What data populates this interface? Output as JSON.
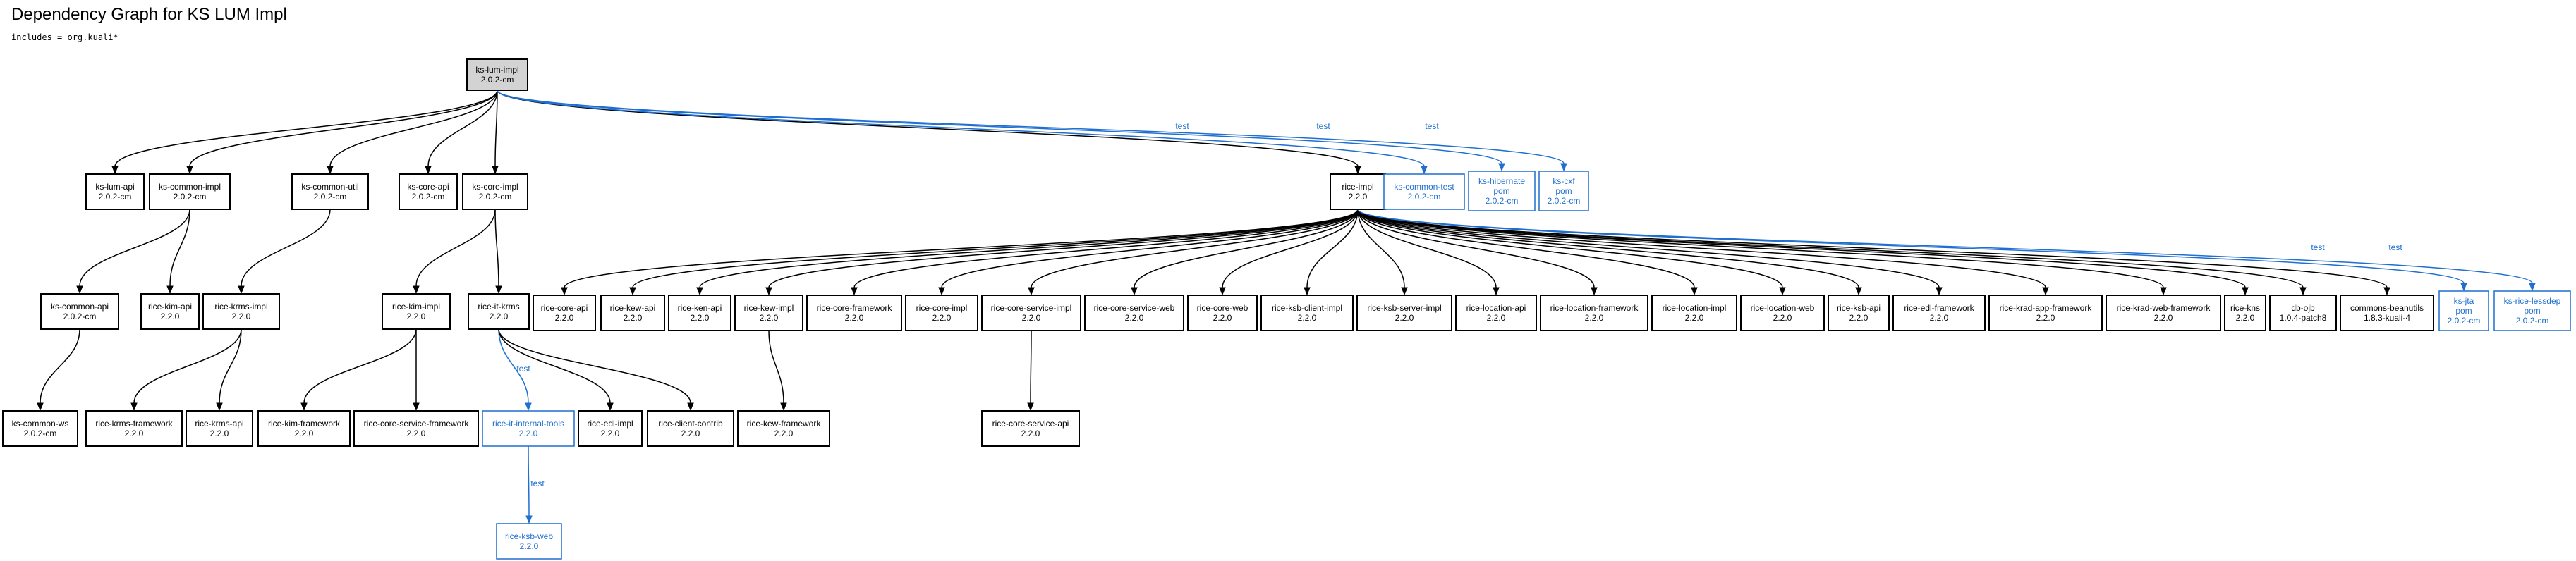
{
  "title": "Dependency Graph for KS LUM Impl",
  "subtitle": "includes = org.kuali*",
  "colors": {
    "compile": "#000000",
    "test": "#1f6fd1",
    "root_fill": "#d3d3d3"
  },
  "nodes": [
    {
      "id": "ks-lum-impl",
      "lines": [
        "ks-lum-impl",
        "2.0.2-cm"
      ],
      "kind": "root"
    },
    {
      "id": "ks-lum-api",
      "lines": [
        "ks-lum-api",
        "2.0.2-cm"
      ],
      "kind": "compile"
    },
    {
      "id": "ks-common-impl",
      "lines": [
        "ks-common-impl",
        "2.0.2-cm"
      ],
      "kind": "compile"
    },
    {
      "id": "ks-common-util",
      "lines": [
        "ks-common-util",
        "2.0.2-cm"
      ],
      "kind": "compile"
    },
    {
      "id": "ks-core-api",
      "lines": [
        "ks-core-api",
        "2.0.2-cm"
      ],
      "kind": "compile"
    },
    {
      "id": "ks-core-impl",
      "lines": [
        "ks-core-impl",
        "2.0.2-cm"
      ],
      "kind": "compile"
    },
    {
      "id": "rice-impl",
      "lines": [
        "rice-impl",
        "2.2.0"
      ],
      "kind": "compile"
    },
    {
      "id": "ks-common-test",
      "lines": [
        "ks-common-test",
        "2.0.2-cm"
      ],
      "kind": "test"
    },
    {
      "id": "ks-hibernate",
      "lines": [
        "ks-hibernate",
        "pom",
        "2.0.2-cm"
      ],
      "kind": "test"
    },
    {
      "id": "ks-cxf",
      "lines": [
        "ks-cxf",
        "pom",
        "2.0.2-cm"
      ],
      "kind": "test"
    },
    {
      "id": "ks-common-api",
      "lines": [
        "ks-common-api",
        "2.0.2-cm"
      ],
      "kind": "compile"
    },
    {
      "id": "rice-kim-api",
      "lines": [
        "rice-kim-api",
        "2.2.0"
      ],
      "kind": "compile"
    },
    {
      "id": "rice-krms-impl",
      "lines": [
        "rice-krms-impl",
        "2.2.0"
      ],
      "kind": "compile"
    },
    {
      "id": "rice-kim-impl",
      "lines": [
        "rice-kim-impl",
        "2.2.0"
      ],
      "kind": "compile"
    },
    {
      "id": "rice-it-krms",
      "lines": [
        "rice-it-krms",
        "2.2.0"
      ],
      "kind": "compile"
    },
    {
      "id": "rice-core-api",
      "lines": [
        "rice-core-api",
        "2.2.0"
      ],
      "kind": "compile"
    },
    {
      "id": "rice-kew-api",
      "lines": [
        "rice-kew-api",
        "2.2.0"
      ],
      "kind": "compile"
    },
    {
      "id": "rice-ken-api",
      "lines": [
        "rice-ken-api",
        "2.2.0"
      ],
      "kind": "compile"
    },
    {
      "id": "rice-kew-impl",
      "lines": [
        "rice-kew-impl",
        "2.2.0"
      ],
      "kind": "compile"
    },
    {
      "id": "rice-core-framework",
      "lines": [
        "rice-core-framework",
        "2.2.0"
      ],
      "kind": "compile"
    },
    {
      "id": "rice-core-impl",
      "lines": [
        "rice-core-impl",
        "2.2.0"
      ],
      "kind": "compile"
    },
    {
      "id": "rice-core-service-impl",
      "lines": [
        "rice-core-service-impl",
        "2.2.0"
      ],
      "kind": "compile"
    },
    {
      "id": "rice-core-service-web",
      "lines": [
        "rice-core-service-web",
        "2.2.0"
      ],
      "kind": "compile"
    },
    {
      "id": "rice-core-web",
      "lines": [
        "rice-core-web",
        "2.2.0"
      ],
      "kind": "compile"
    },
    {
      "id": "rice-ksb-client-impl",
      "lines": [
        "rice-ksb-client-impl",
        "2.2.0"
      ],
      "kind": "compile"
    },
    {
      "id": "rice-ksb-server-impl",
      "lines": [
        "rice-ksb-server-impl",
        "2.2.0"
      ],
      "kind": "compile"
    },
    {
      "id": "rice-location-api",
      "lines": [
        "rice-location-api",
        "2.2.0"
      ],
      "kind": "compile"
    },
    {
      "id": "rice-location-framework",
      "lines": [
        "rice-location-framework",
        "2.2.0"
      ],
      "kind": "compile"
    },
    {
      "id": "rice-location-impl",
      "lines": [
        "rice-location-impl",
        "2.2.0"
      ],
      "kind": "compile"
    },
    {
      "id": "rice-location-web",
      "lines": [
        "rice-location-web",
        "2.2.0"
      ],
      "kind": "compile"
    },
    {
      "id": "rice-ksb-api",
      "lines": [
        "rice-ksb-api",
        "2.2.0"
      ],
      "kind": "compile"
    },
    {
      "id": "rice-edl-framework",
      "lines": [
        "rice-edl-framework",
        "2.2.0"
      ],
      "kind": "compile"
    },
    {
      "id": "rice-krad-app-framework",
      "lines": [
        "rice-krad-app-framework",
        "2.2.0"
      ],
      "kind": "compile"
    },
    {
      "id": "rice-krad-web-framework",
      "lines": [
        "rice-krad-web-framework",
        "2.2.0"
      ],
      "kind": "compile"
    },
    {
      "id": "rice-kns",
      "lines": [
        "rice-kns",
        "2.2.0"
      ],
      "kind": "compile"
    },
    {
      "id": "db-ojb",
      "lines": [
        "db-ojb",
        "1.0.4-patch8"
      ],
      "kind": "compile"
    },
    {
      "id": "commons-beanutils",
      "lines": [
        "commons-beanutils",
        "1.8.3-kuali-4"
      ],
      "kind": "compile"
    },
    {
      "id": "ks-jta",
      "lines": [
        "ks-jta",
        "pom",
        "2.0.2-cm"
      ],
      "kind": "test"
    },
    {
      "id": "ks-rice-lessdep",
      "lines": [
        "ks-rice-lessdep",
        "pom",
        "2.0.2-cm"
      ],
      "kind": "test"
    },
    {
      "id": "ks-common-ws",
      "lines": [
        "ks-common-ws",
        "2.0.2-cm"
      ],
      "kind": "compile"
    },
    {
      "id": "rice-krms-framework",
      "lines": [
        "rice-krms-framework",
        "2.2.0"
      ],
      "kind": "compile"
    },
    {
      "id": "rice-krms-api",
      "lines": [
        "rice-krms-api",
        "2.2.0"
      ],
      "kind": "compile"
    },
    {
      "id": "rice-kim-framework",
      "lines": [
        "rice-kim-framework",
        "2.2.0"
      ],
      "kind": "compile"
    },
    {
      "id": "rice-core-service-framework",
      "lines": [
        "rice-core-service-framework",
        "2.2.0"
      ],
      "kind": "compile"
    },
    {
      "id": "rice-it-internal-tools",
      "lines": [
        "rice-it-internal-tools",
        "2.2.0"
      ],
      "kind": "test"
    },
    {
      "id": "rice-edl-impl",
      "lines": [
        "rice-edl-impl",
        "2.2.0"
      ],
      "kind": "compile"
    },
    {
      "id": "rice-client-contrib",
      "lines": [
        "rice-client-contrib",
        "2.2.0"
      ],
      "kind": "compile"
    },
    {
      "id": "rice-kew-framework",
      "lines": [
        "rice-kew-framework",
        "2.2.0"
      ],
      "kind": "compile"
    },
    {
      "id": "rice-core-service-api",
      "lines": [
        "rice-core-service-api",
        "2.2.0"
      ],
      "kind": "compile"
    },
    {
      "id": "rice-ksb-web",
      "lines": [
        "rice-ksb-web",
        "2.2.0"
      ],
      "kind": "test"
    }
  ],
  "edges": [
    {
      "from": "ks-lum-impl",
      "to": "ks-lum-api",
      "kind": "compile"
    },
    {
      "from": "ks-lum-impl",
      "to": "ks-common-impl",
      "kind": "compile"
    },
    {
      "from": "ks-lum-impl",
      "to": "ks-common-util",
      "kind": "compile"
    },
    {
      "from": "ks-lum-impl",
      "to": "ks-core-api",
      "kind": "compile"
    },
    {
      "from": "ks-lum-impl",
      "to": "ks-core-impl",
      "kind": "compile"
    },
    {
      "from": "ks-lum-impl",
      "to": "rice-impl",
      "kind": "compile"
    },
    {
      "from": "ks-lum-impl",
      "to": "ks-common-test",
      "kind": "test",
      "label": "test"
    },
    {
      "from": "ks-lum-impl",
      "to": "ks-hibernate",
      "kind": "test",
      "label": "test"
    },
    {
      "from": "ks-lum-impl",
      "to": "ks-cxf",
      "kind": "test",
      "label": "test"
    },
    {
      "from": "ks-common-impl",
      "to": "ks-common-api",
      "kind": "compile"
    },
    {
      "from": "ks-common-impl",
      "to": "rice-kim-api",
      "kind": "compile"
    },
    {
      "from": "ks-common-util",
      "to": "rice-krms-impl",
      "kind": "compile"
    },
    {
      "from": "ks-core-impl",
      "to": "rice-kim-impl",
      "kind": "compile"
    },
    {
      "from": "ks-core-impl",
      "to": "rice-it-krms",
      "kind": "compile"
    },
    {
      "from": "rice-impl",
      "to": "rice-core-api",
      "kind": "compile"
    },
    {
      "from": "rice-impl",
      "to": "rice-kew-api",
      "kind": "compile"
    },
    {
      "from": "rice-impl",
      "to": "rice-ken-api",
      "kind": "compile"
    },
    {
      "from": "rice-impl",
      "to": "rice-kew-impl",
      "kind": "compile"
    },
    {
      "from": "rice-impl",
      "to": "rice-core-framework",
      "kind": "compile"
    },
    {
      "from": "rice-impl",
      "to": "rice-core-impl",
      "kind": "compile"
    },
    {
      "from": "rice-impl",
      "to": "rice-core-service-impl",
      "kind": "compile"
    },
    {
      "from": "rice-impl",
      "to": "rice-core-service-web",
      "kind": "compile"
    },
    {
      "from": "rice-impl",
      "to": "rice-core-web",
      "kind": "compile"
    },
    {
      "from": "rice-impl",
      "to": "rice-ksb-client-impl",
      "kind": "compile"
    },
    {
      "from": "rice-impl",
      "to": "rice-ksb-server-impl",
      "kind": "compile"
    },
    {
      "from": "rice-impl",
      "to": "rice-location-api",
      "kind": "compile"
    },
    {
      "from": "rice-impl",
      "to": "rice-location-framework",
      "kind": "compile"
    },
    {
      "from": "rice-impl",
      "to": "rice-location-impl",
      "kind": "compile"
    },
    {
      "from": "rice-impl",
      "to": "rice-location-web",
      "kind": "compile"
    },
    {
      "from": "rice-impl",
      "to": "rice-ksb-api",
      "kind": "compile"
    },
    {
      "from": "rice-impl",
      "to": "rice-edl-framework",
      "kind": "compile"
    },
    {
      "from": "rice-impl",
      "to": "rice-krad-app-framework",
      "kind": "compile"
    },
    {
      "from": "rice-impl",
      "to": "rice-krad-web-framework",
      "kind": "compile"
    },
    {
      "from": "rice-impl",
      "to": "rice-kns",
      "kind": "compile"
    },
    {
      "from": "rice-impl",
      "to": "db-ojb",
      "kind": "compile"
    },
    {
      "from": "rice-impl",
      "to": "commons-beanutils",
      "kind": "compile"
    },
    {
      "from": "rice-impl",
      "to": "ks-jta",
      "kind": "test",
      "label": "test"
    },
    {
      "from": "rice-impl",
      "to": "ks-rice-lessdep",
      "kind": "test",
      "label": "test"
    },
    {
      "from": "ks-common-api",
      "to": "ks-common-ws",
      "kind": "compile"
    },
    {
      "from": "rice-krms-impl",
      "to": "rice-krms-framework",
      "kind": "compile"
    },
    {
      "from": "rice-krms-impl",
      "to": "rice-krms-api",
      "kind": "compile"
    },
    {
      "from": "rice-kim-impl",
      "to": "rice-kim-framework",
      "kind": "compile"
    },
    {
      "from": "rice-kim-impl",
      "to": "rice-core-service-framework",
      "kind": "compile"
    },
    {
      "from": "rice-it-krms",
      "to": "rice-it-internal-tools",
      "kind": "test",
      "label": "test"
    },
    {
      "from": "rice-it-krms",
      "to": "rice-edl-impl",
      "kind": "compile"
    },
    {
      "from": "rice-it-krms",
      "to": "rice-client-contrib",
      "kind": "compile"
    },
    {
      "from": "rice-kew-impl",
      "to": "rice-kew-framework",
      "kind": "compile"
    },
    {
      "from": "rice-core-service-impl",
      "to": "rice-core-service-api",
      "kind": "compile"
    },
    {
      "from": "rice-it-internal-tools",
      "to": "rice-ksb-web",
      "kind": "test",
      "label": "test"
    }
  ]
}
